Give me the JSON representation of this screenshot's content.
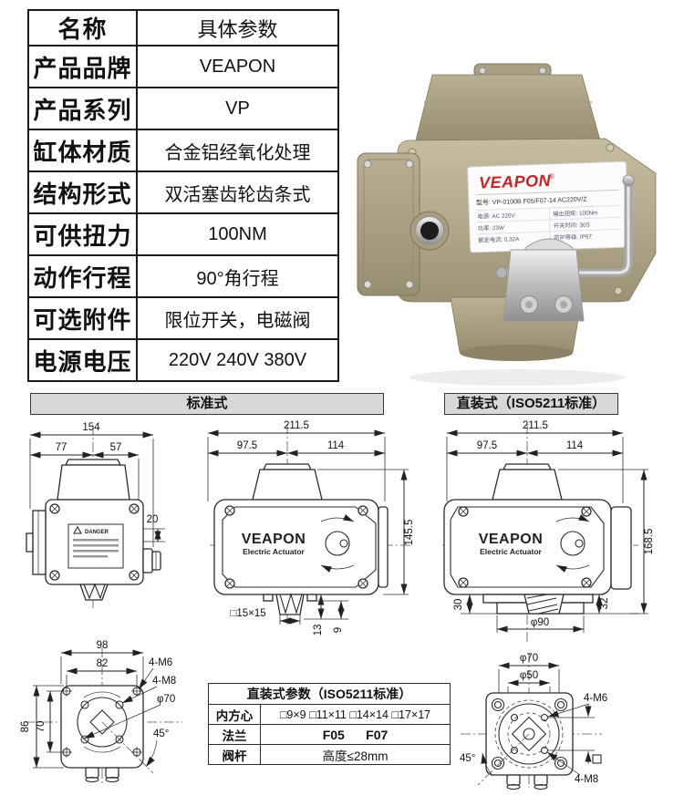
{
  "spec_table": {
    "rows": [
      {
        "label": "名称",
        "value": "具体参数"
      },
      {
        "label": "产品品牌",
        "value": "VEAPON"
      },
      {
        "label": "产品系列",
        "value": "VP"
      },
      {
        "label": "缸体材质",
        "value": "合金铝经氧化处理"
      },
      {
        "label": "结构形式",
        "value": "双活塞齿轮齿条式"
      },
      {
        "label": "可供扭力",
        "value": "100NM"
      },
      {
        "label": "动作行程",
        "value": "90°角行程"
      },
      {
        "label": "可选附件",
        "value": "限位开关，电磁阀"
      },
      {
        "label": "电源电压",
        "value": "220V 240V 380V"
      }
    ]
  },
  "photo": {
    "brand": "VEAPON",
    "reg": "®",
    "model": "型号: VP-0100B F05/F07-14 AC220V/Z",
    "spec_rows": [
      {
        "l": "电源: AC 220V",
        "r": "输出扭矩: 100Nm"
      },
      {
        "l": "功率: 23W",
        "r": "开关时间: 30S"
      },
      {
        "l": "额定电流: 0.32A",
        "r": "防护等级: IP67"
      }
    ]
  },
  "sections": {
    "standard": "标准式",
    "direct": "直装式（ISO5211标准）"
  },
  "drawings": {
    "side": {
      "w_total": "154",
      "w_left": "77",
      "w_right": "57",
      "h_step": "20",
      "danger": "DANGER"
    },
    "front_std": {
      "w_total": "211.5",
      "w_left": "97.5",
      "w_right": "114",
      "h_total": "145.5",
      "shaft": "□15×15",
      "d13": "13",
      "d9": "9",
      "brand": "VEAPON",
      "brand_sub": "Electric Actuator"
    },
    "front_dir": {
      "w_total": "211.5",
      "w_left": "97.5",
      "w_right": "114",
      "h_total": "168.5",
      "d30": "30",
      "d32": "32",
      "dia": "φ90",
      "brand": "VEAPON",
      "brand_sub": "Electric Actuator"
    },
    "bottom_std": {
      "w_out": "98",
      "w_in": "82",
      "h_out": "86",
      "h_in": "70",
      "m6": "4-M6",
      "m8": "4-M8",
      "dia": "φ70",
      "angle": "45°"
    },
    "bottom_dir": {
      "dia_out": "φ70",
      "dia_in": "φ50",
      "m6": "4-M6",
      "m8": "4-M8",
      "angle": "45°"
    }
  },
  "iso_table": {
    "title": "直装式参数（ISO5211标准）",
    "rows": [
      {
        "label": "内方心",
        "value": "□9×9 □11×11 □14×14 □17×17"
      },
      {
        "label": "法兰",
        "value": "F05      F07"
      },
      {
        "label": "阀杆",
        "value": "高度≤28mm"
      }
    ]
  }
}
